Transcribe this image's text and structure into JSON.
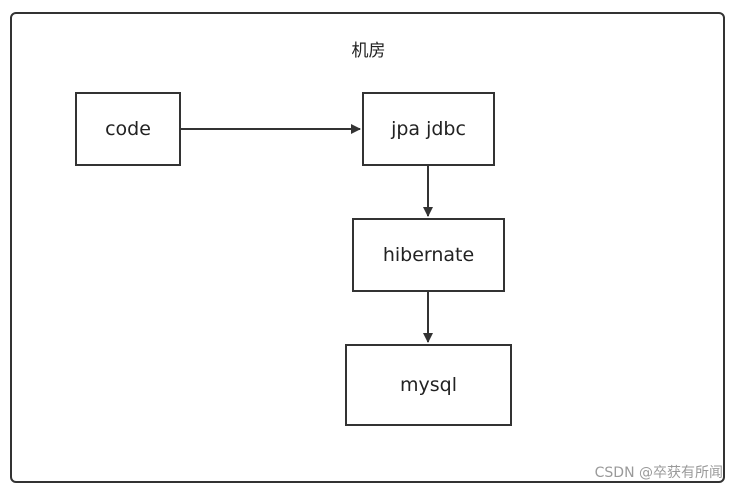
{
  "title": "机房",
  "nodes": {
    "code": "code",
    "jpa": "jpa jdbc",
    "hibernate": "hibernate",
    "mysql": "mysql"
  },
  "edges": [
    {
      "from": "code",
      "to": "jpa jdbc"
    },
    {
      "from": "jpa jdbc",
      "to": "hibernate"
    },
    {
      "from": "hibernate",
      "to": "mysql"
    }
  ],
  "watermark": "CSDN @卒获有所闻",
  "colors": {
    "stroke": "#333333",
    "text": "#222222",
    "watermark": "#9a9a9a"
  }
}
